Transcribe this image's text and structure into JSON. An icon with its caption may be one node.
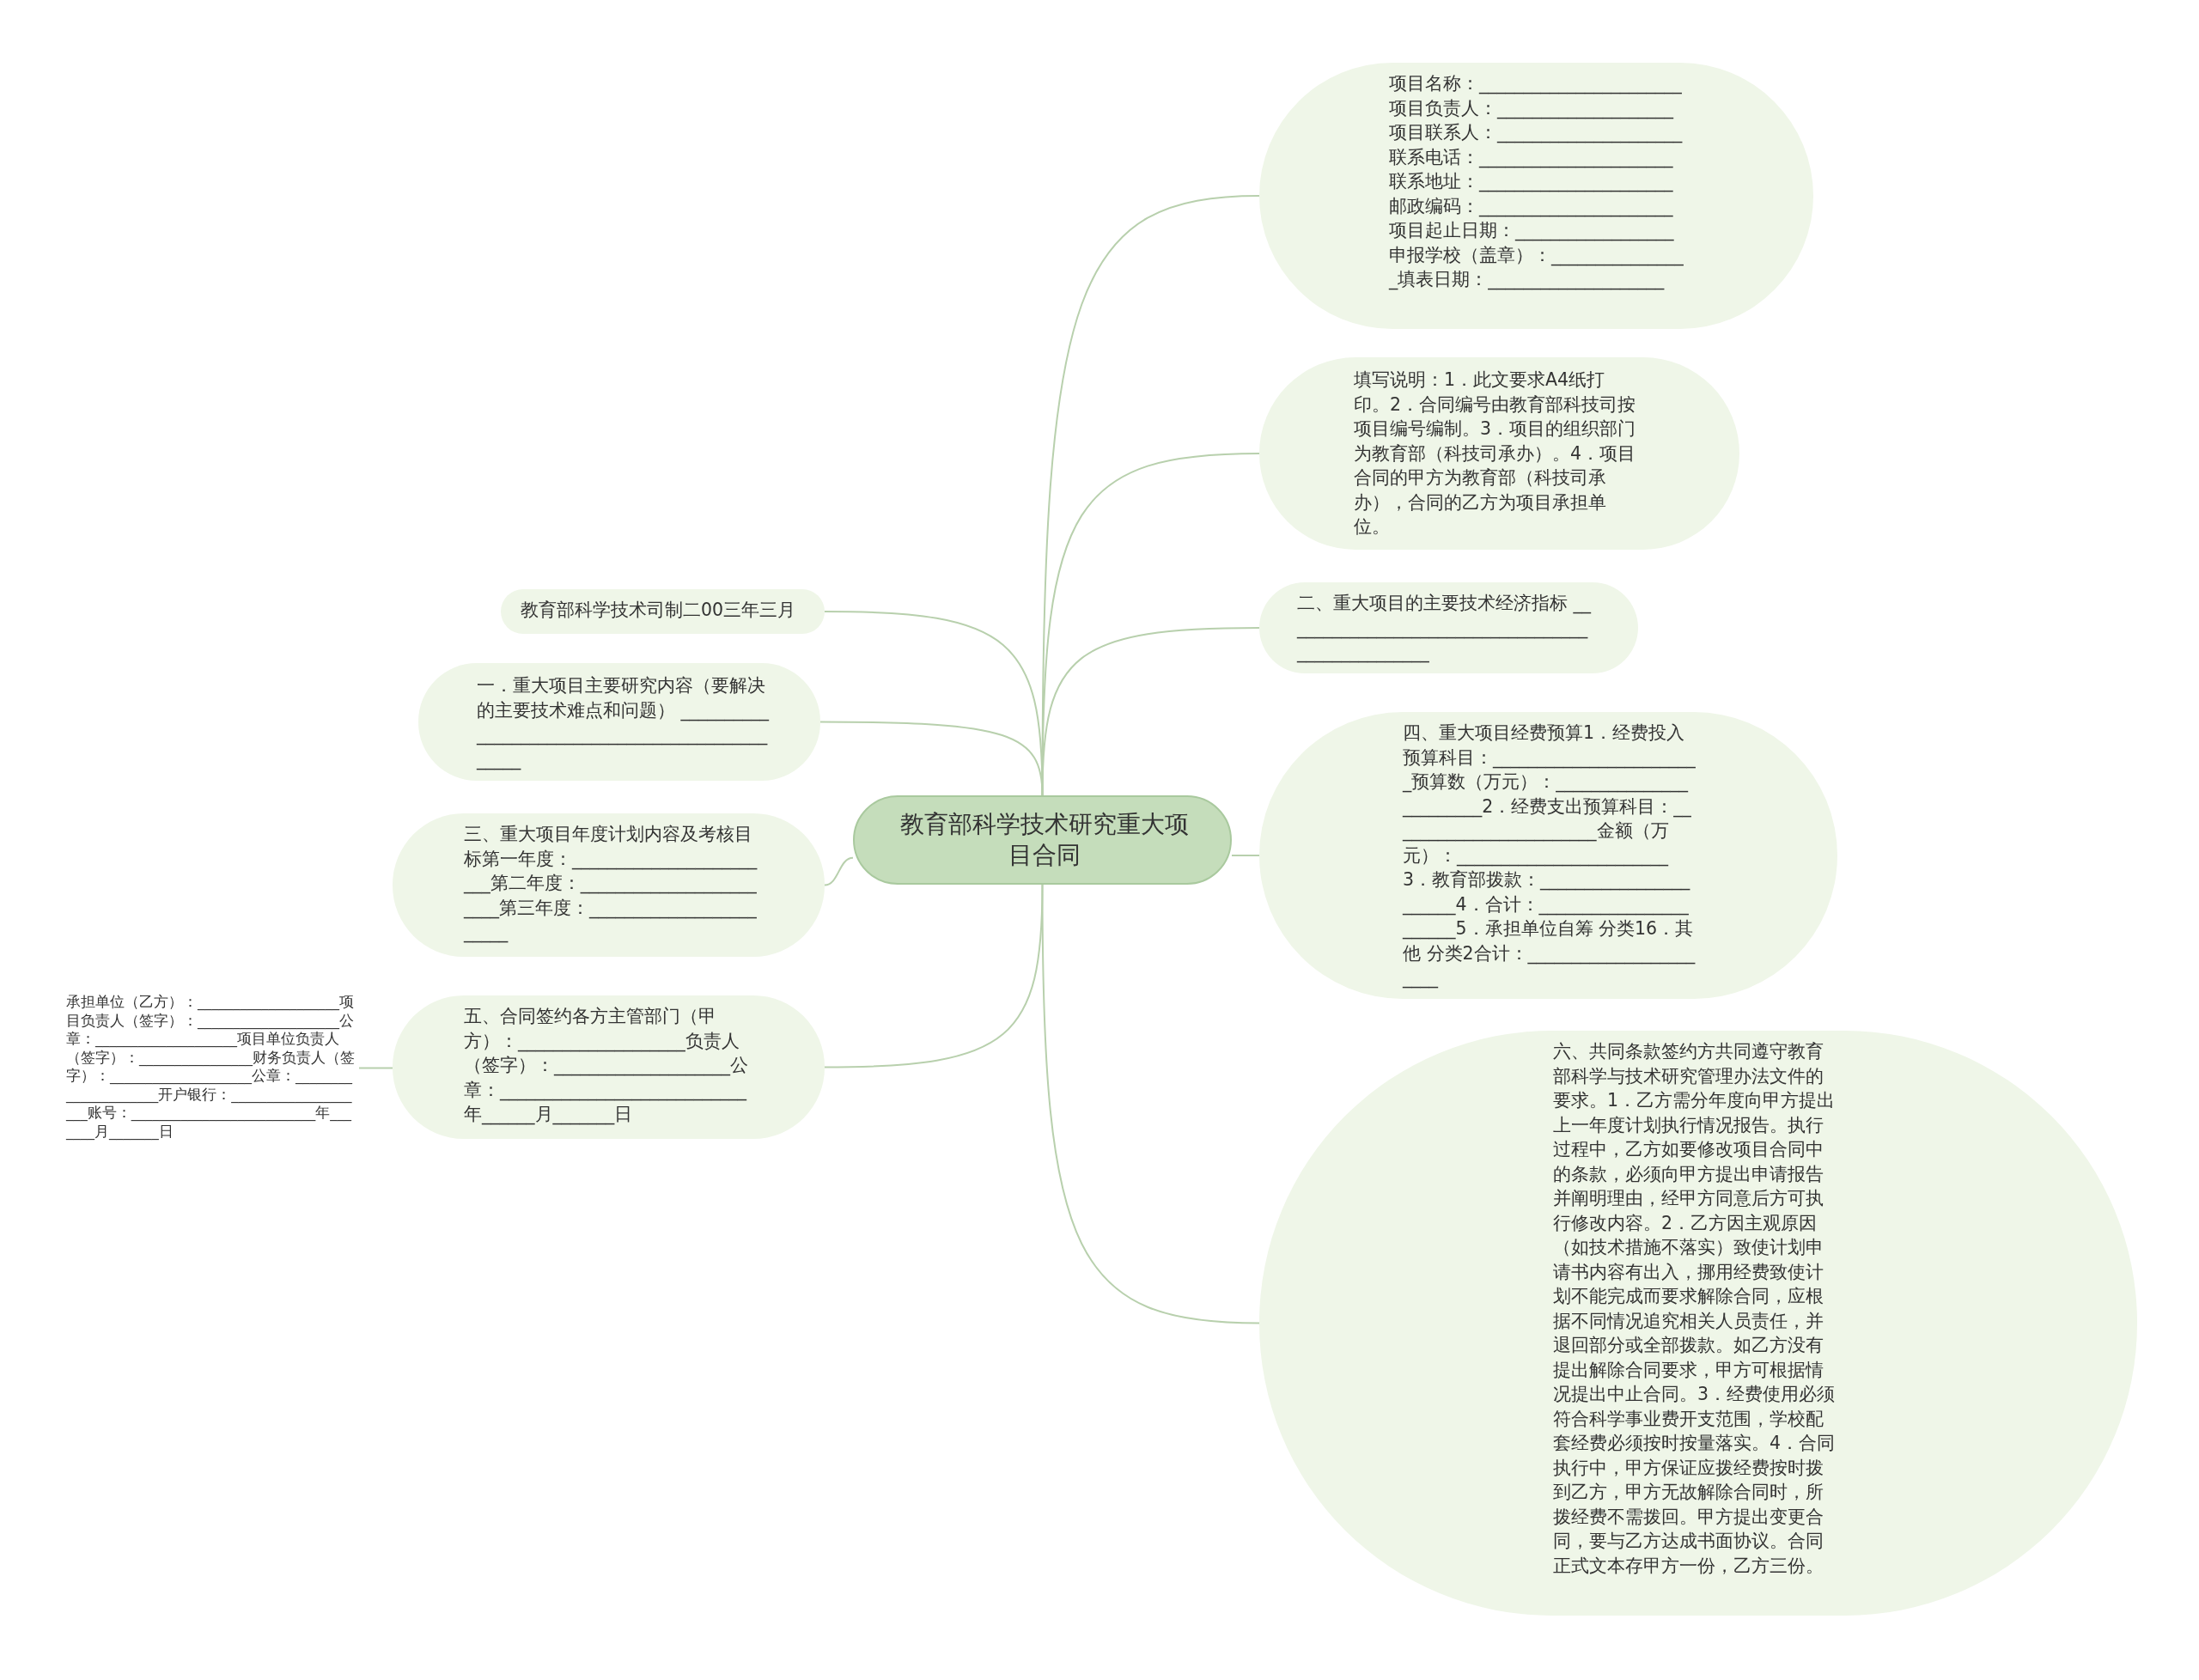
{
  "diagram": {
    "nodes": [
      {
        "text": [
          "教育部科学技术研究重大项目合同"
        ]
      },
      {
        "text": [
          "项目名称：_______________________项目负责人：____________________项目联系人：_____________________联系电话：______________________联系地址：______________________邮政编码：______________________项目起止日期：__________________申报学校（盖章）：________________填表日期：____________________"
        ]
      },
      {
        "text": [
          "填写说明：1．此文要求A4纸打印。2．合同编号由教育部科技司按项目编号编制。3．项目的组织部门为教育部（科技司承办）。4．项目合同的甲方为教育部（科技司承办），合同的乙方为项目承担单位。"
        ]
      },
      {
        "text": [
          "二、重大项目的主要技术经济指标 __________________________________________________"
        ]
      },
      {
        "text": [
          "四、重大项目经费预算1．经费投入预算科目：________________________预算数（万元）：________________________2．经费支出预算科目：________________________金额（万元）：________________________3．教育部拨款：_______________________4．合计：_______________________5．承担单位自筹 分类16．其他 分类2合计：_______________________"
        ]
      },
      {
        "text": [
          "六、共同条款签约方共同遵守教育部科学与技术研究管理办法文件的要求。1．乙方需分年度向甲方提出上一年度计划执行情况报告。执行过程中，乙方如要修改项目合同中的条款，必须向甲方提出申请报告并阐明理由，经甲方同意后方可执行修改内容。2．乙方因主观原因（如技术措施不落实）致使计划申请书内容有出入，挪用经费致使计划不能完成而要求解除合同，应根据不同情况追究相关人员责任，并退回部分或全部拨款。如乙方没有提出解除合同要求，甲方可根据情况提出中止合同。3．经费使用必须符合科学事业费开支范围，学校配套经费必须按时按量落实。4．合同执行中，甲方保证应拨经费按时拨到乙方，甲方无故解除合同时，所拨经费不需拨回。甲方提出变更合同，要与乙方达成书面协议。合同正式文本存甲方一份，乙方三份。"
        ]
      },
      {
        "text": [
          "教育部科学技术司制二00三年三月"
        ]
      },
      {
        "text": [
          "一．重大项目主要研究内容（要解决的主要技术难点和问题） ________________________________________________"
        ]
      },
      {
        "text": [
          "三、重大项目年度计划内容及考核目标第一年度：________________________第二年度：________________________第三年度：________________________"
        ]
      },
      {
        "text": [
          "五、合同签约各方主管部门（甲方）：___________________负责人（签字）：____________________公章：____________________________年______月_______日"
        ]
      },
      {
        "text": [
          "承担单位（乙方）：____________________项目负责人（签字）：____________________公章：____________________项目单位负责人（签字）：________________财务负责人（签字）：____________________公章：_____________________开户银行：____________________账号：__________________________年_______月_______日"
        ]
      }
    ],
    "edges": [
      {
        "from": 0,
        "to": 1,
        "arrow": "none"
      },
      {
        "from": 0,
        "to": 2,
        "arrow": "none"
      },
      {
        "from": 0,
        "to": 3,
        "arrow": "none"
      },
      {
        "from": 0,
        "to": 4,
        "arrow": "none"
      },
      {
        "from": 0,
        "to": 5,
        "arrow": "none"
      },
      {
        "from": 0,
        "to": 6,
        "arrow": "none"
      },
      {
        "from": 0,
        "to": 7,
        "arrow": "none"
      },
      {
        "from": 0,
        "to": 8,
        "arrow": "none"
      },
      {
        "from": 0,
        "to": 9,
        "arrow": "none"
      },
      {
        "from": 9,
        "to": 10,
        "arrow": "none"
      }
    ]
  }
}
